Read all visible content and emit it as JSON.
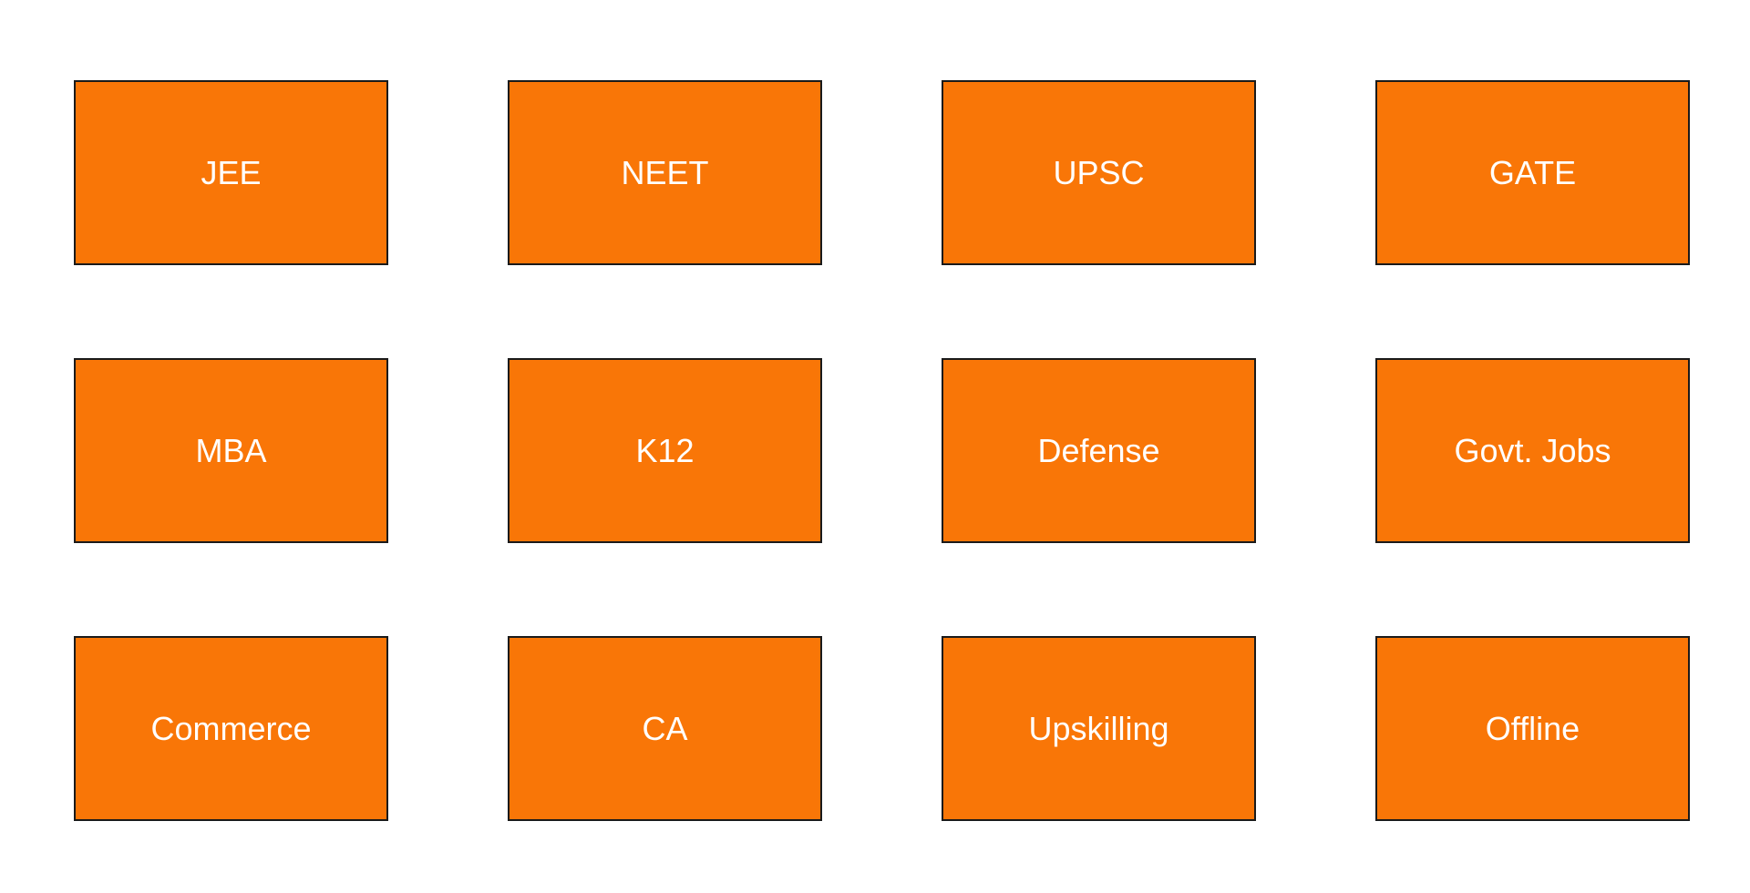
{
  "colors": {
    "tile_fill": "#f97607",
    "tile_border": "#1a1a1a",
    "tile_text": "#ffffff",
    "background": "#ffffff"
  },
  "categories": [
    {
      "label": "JEE"
    },
    {
      "label": "NEET"
    },
    {
      "label": "UPSC"
    },
    {
      "label": "GATE"
    },
    {
      "label": "MBA"
    },
    {
      "label": "K12"
    },
    {
      "label": "Defense"
    },
    {
      "label": "Govt. Jobs"
    },
    {
      "label": "Commerce"
    },
    {
      "label": "CA"
    },
    {
      "label": "Upskilling"
    },
    {
      "label": "Offline"
    }
  ]
}
